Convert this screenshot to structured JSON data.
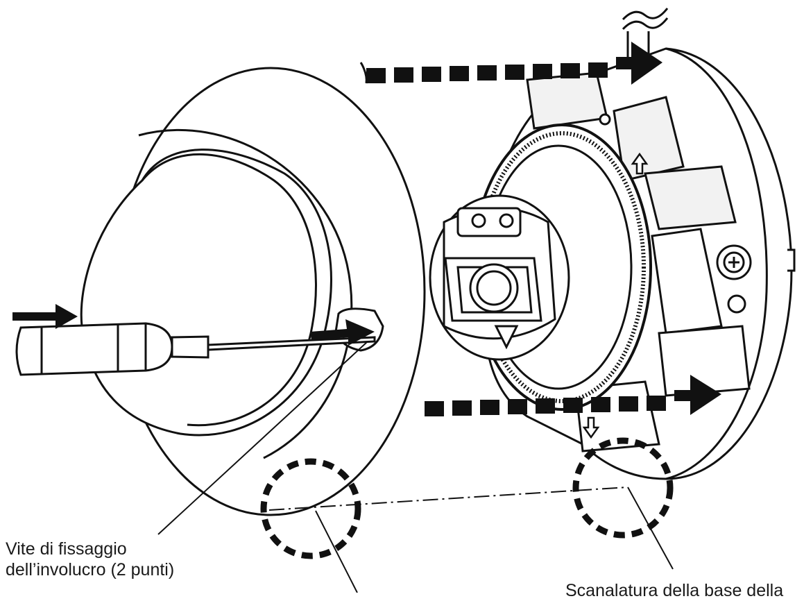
{
  "labels": {
    "screw_line1": "Vite di fissaggio",
    "screw_line2": "dell’involucro (2 punti)",
    "groove_partial": "Scanalatura della base della"
  },
  "icons": {
    "up_arrow_tag": "TOP",
    "down_arrow_tag": "MARK"
  },
  "colors": {
    "ink": "#111111",
    "paper": "#ffffff",
    "shade": "#e6e6e6"
  }
}
